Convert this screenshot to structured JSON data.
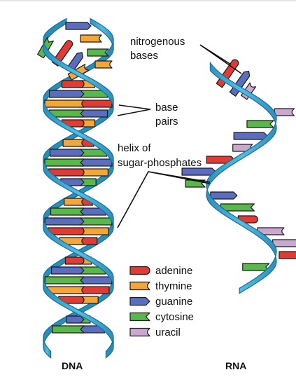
{
  "labels": {
    "nitrogenous_line1": "nitrogenous",
    "nitrogenous_line2": "bases",
    "base_line1": "base",
    "base_line2": "pairs",
    "helix_line1": "helix of",
    "helix_line2": "sugar-phosphates",
    "dna": "DNA",
    "rna": "RNA"
  },
  "legend": [
    {
      "name": "adenine",
      "color": "#e23a35",
      "shape": "round-end"
    },
    {
      "name": "thymine",
      "color": "#f4a637",
      "shape": "notch-end"
    },
    {
      "name": "guanine",
      "color": "#5b6dbf",
      "shape": "arrow-end"
    },
    {
      "name": "cytosine",
      "color": "#58b84a",
      "shape": "chevron-end"
    },
    {
      "name": "uracil",
      "color": "#c9a9cf",
      "shape": "notch-end"
    }
  ],
  "colors": {
    "backbone": "#3ba9d4",
    "backbone_dark": "#1a6f93",
    "outline": "#1b1b1b"
  }
}
